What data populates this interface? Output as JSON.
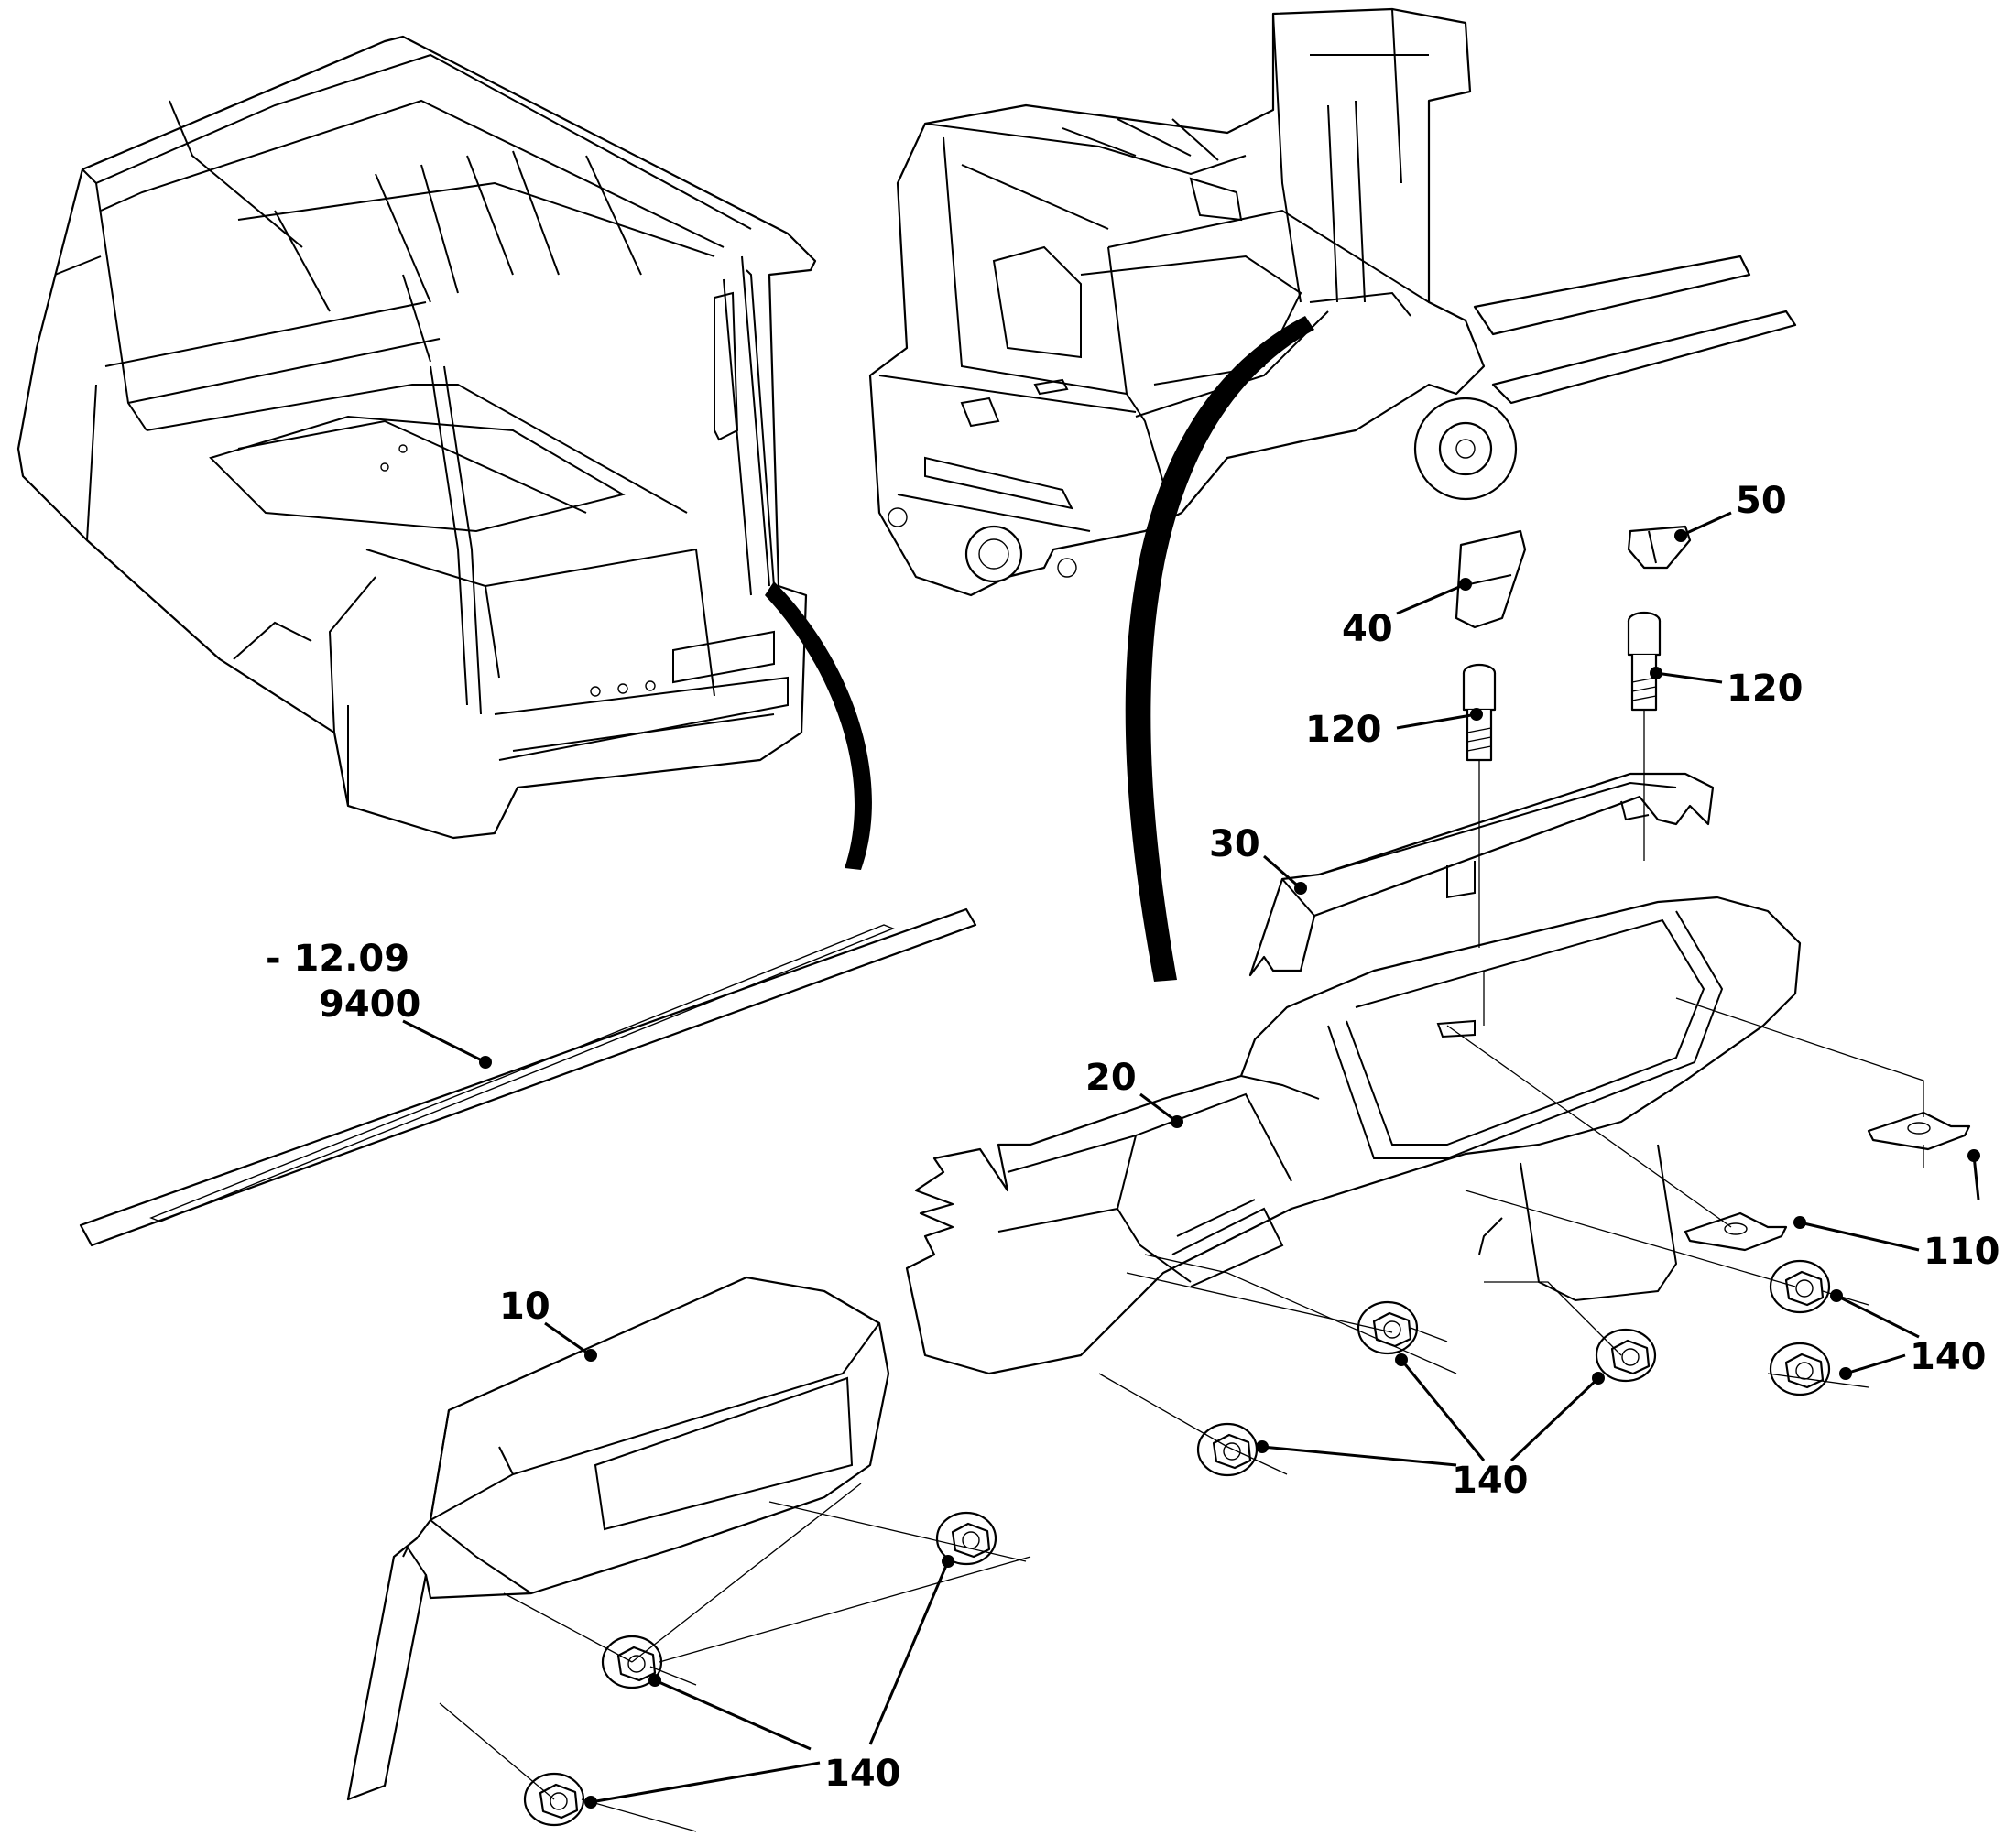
{
  "callouts": {
    "p9400_date": "- 12.09",
    "p9400": "9400",
    "p10": "10",
    "p20": "20",
    "p30": "30",
    "p40": "40",
    "p50": "50",
    "p110": "110",
    "p120_left": "120",
    "p120_right": "120",
    "p140_top_right": "140",
    "p140_middle": "140",
    "p140_bottom": "140"
  }
}
